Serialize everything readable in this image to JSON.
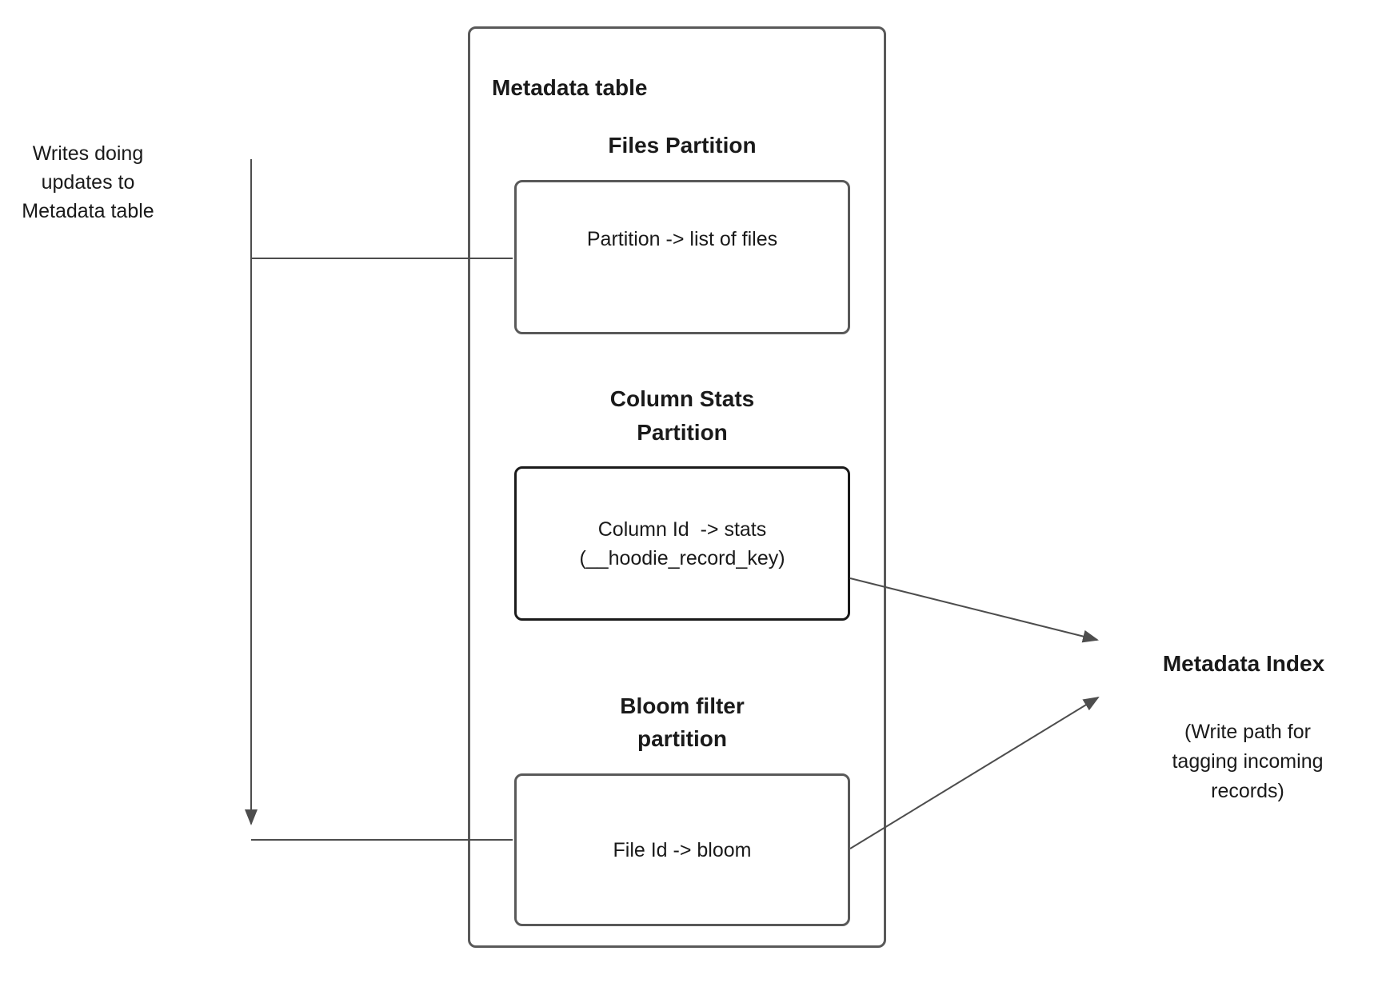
{
  "colors": {
    "line": "#4d4d4d",
    "box_border": "#595959",
    "stats_border": "#1a1a1a",
    "text": "#1a1a1a"
  },
  "writes_label": {
    "text": "Writes doing\nupdates to\nMetadata table"
  },
  "metadata_table": {
    "title": "Metadata table",
    "files_partition": {
      "heading": "Files Partition",
      "box_text": "Partition -> list of files"
    },
    "column_stats_partition": {
      "heading": "Column Stats\nPartition",
      "box_text": "Column Id  -> stats\n(__hoodie_record_key)"
    },
    "bloom_filter_partition": {
      "heading": "Bloom filter\npartition",
      "box_text": "File Id -> bloom"
    }
  },
  "metadata_index": {
    "title": "Metadata Index",
    "note": "(Write path for\ntagging incoming\nrecords)"
  }
}
